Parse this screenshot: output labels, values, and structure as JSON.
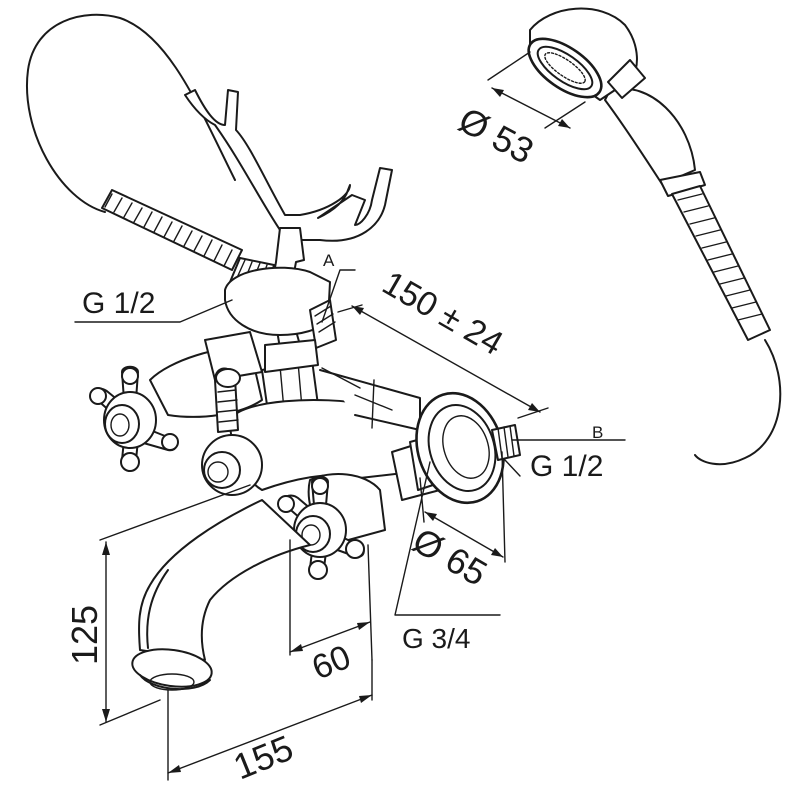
{
  "labels": {
    "conn_left": "G 1/2",
    "marker_a": "A",
    "marker_b": "B",
    "conn_right": "G 1/2",
    "spread": "150 ± 24",
    "showerhead_dia": "Ø 53",
    "flange_dia": "Ø 65",
    "outlet_thread": "G 3/4",
    "height": "125",
    "offset": "60",
    "spout_reach": "155"
  },
  "colors": {
    "line": "#1a1a1a",
    "background": "#ffffff"
  }
}
